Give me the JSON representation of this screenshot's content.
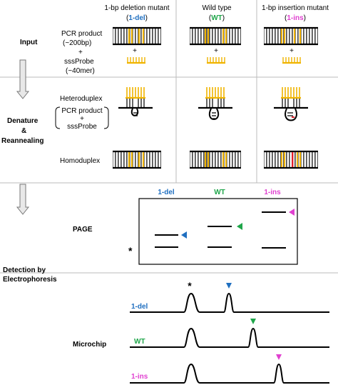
{
  "colors": {
    "del": "#1f6fc0",
    "wt": "#1fa64a",
    "ins": "#e040d0",
    "probe": "#f0b400",
    "mismatch": "#e0202a",
    "grey_line": "#bbbbbb"
  },
  "columns": {
    "del_title": "1-bp deletion mutant",
    "del_sub_open": "(",
    "del_sub": "1-del",
    "del_sub_close": ")",
    "wt_title": "Wild type",
    "wt_sub_open": "(",
    "wt_sub": "WT",
    "wt_sub_close": ")",
    "ins_title": "1-bp insertion mutant",
    "ins_sub_open": "(",
    "ins_sub": "1-ins",
    "ins_sub_close": ")"
  },
  "input": {
    "section_label": "Input",
    "pcr_label_1": "PCR product",
    "pcr_label_2": "(~200bp)",
    "plus": "+",
    "probe_label_1": "sssProbe",
    "probe_label_2": "(~40mer)"
  },
  "denature": {
    "section_label_1": "Denature",
    "section_label_2": "&",
    "section_label_3": "Reannealing",
    "hetero_label": "Heteroduplex",
    "bracket_line_1": "PCR product",
    "bracket_line_2": "+",
    "bracket_line_3": "sssProbe",
    "homo_label": "Homoduplex"
  },
  "page": {
    "label": "PAGE",
    "lane_del": "1-del",
    "lane_wt": "WT",
    "lane_ins": "1-ins",
    "star": "*"
  },
  "detection": {
    "label_1": "Detection by",
    "label_2": "Electrophoresis",
    "microchip_label": "Microchip",
    "trace_del": "1-del",
    "trace_wt": "WT",
    "trace_ins": "1-ins",
    "star": "*"
  }
}
